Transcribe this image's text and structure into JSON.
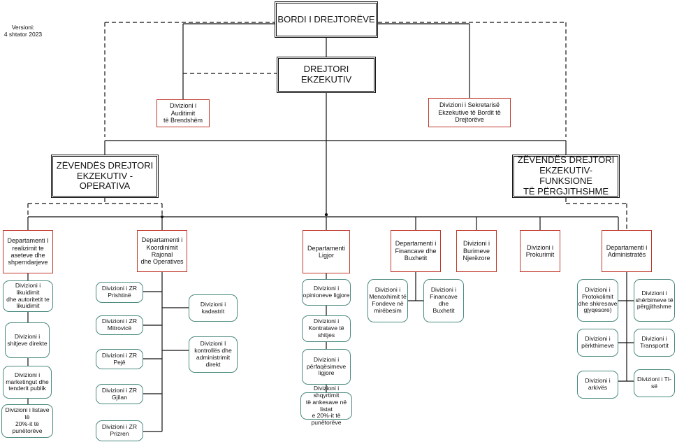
{
  "version": {
    "label": "Versioni:",
    "date": "4 shtator 2023"
  },
  "leadership": {
    "board": "BORDI I DREJTORËVE",
    "executive_director": "DREJTORI EKZEKUTIV",
    "internal_audit": "Divizioni i Auditimit\ntë Brendshëm",
    "board_secretariat": "Divizioni i Sekretarisë\nEkzekutive të Bordit të\nDrejtorëve",
    "deputy_operations": "ZËVENDËS DREJTORI\nEKZEKUTIV - OPERATIVA",
    "deputy_general": "ZËVENDËS DREJTORI\nEKZEKUTIV-FUNKSIONE\nTË PËRGJITHSHME"
  },
  "departments": {
    "asset_realization": "Departamenti I\nrealizimit te\naseteve dhe\nshperndarjeve",
    "regional_coordination": "Departamenti i\nKoordinimit\nRajonal\ndhe Operatives",
    "legal": "Departamenti\nLigjor",
    "finance_budget": "Departamenti i\nFinancave dhe\nBuxhetit",
    "human_resources": "Divizioni i\nBurimeve\nNjerëzore",
    "procurement": "Divizioni i\nProkurimit",
    "administration": "Departamenti i\nAdministratës"
  },
  "divisions": {
    "asset_realization": [
      "Divizioni i likuidimit\ndhe autoritetit te\nlikuidimit",
      "Divizioni i\nshitjeve direkte",
      "Divizioni i\nmarketingut dhe\ntenderit publik",
      "Divizioni i listave të\n20%-it të\npunëtorëve"
    ],
    "regional_offices": [
      "Divizioni i ZR\nPrishtinë",
      "Divizioni i ZR\nMitrovicë",
      "Divizioni i ZR\nPejë",
      "Divizioni i ZR\nGjilan",
      "Divizioni i ZR\nPrizren"
    ],
    "regional_other": [
      "Divizioni i kadastrit",
      "Divizioni I\nkontrollës dhe\nadministrimit direkt"
    ],
    "legal": [
      "Divizioni i\nopinioneve ligjore",
      "Divizioni i\nKontratave të shitjes",
      "Divizioni i\npërfaqësimeve\nligjore",
      "Divizioni i shqyrtimit\ntë ankesave në listat\ne 20%-it të\npunëtorëve"
    ],
    "finance": [
      "Divizioni i\nMenaxhimit të\nFondeve në\nmirëbesim",
      "Divizioni i\nFinancave dhe\nBuxhetit"
    ],
    "administration_left": [
      "Divizioni i\nProtokolimit\ndhe shkresave\ngjyqesore)",
      "Divizioni i\npërkthimeve",
      "Divizioni i\narkivës"
    ],
    "administration_right": [
      "Divizioni i\nshërbimeve të\npërgjithshme",
      "Divizioni i\nTransportit",
      "Divizioni i TI-së"
    ]
  }
}
